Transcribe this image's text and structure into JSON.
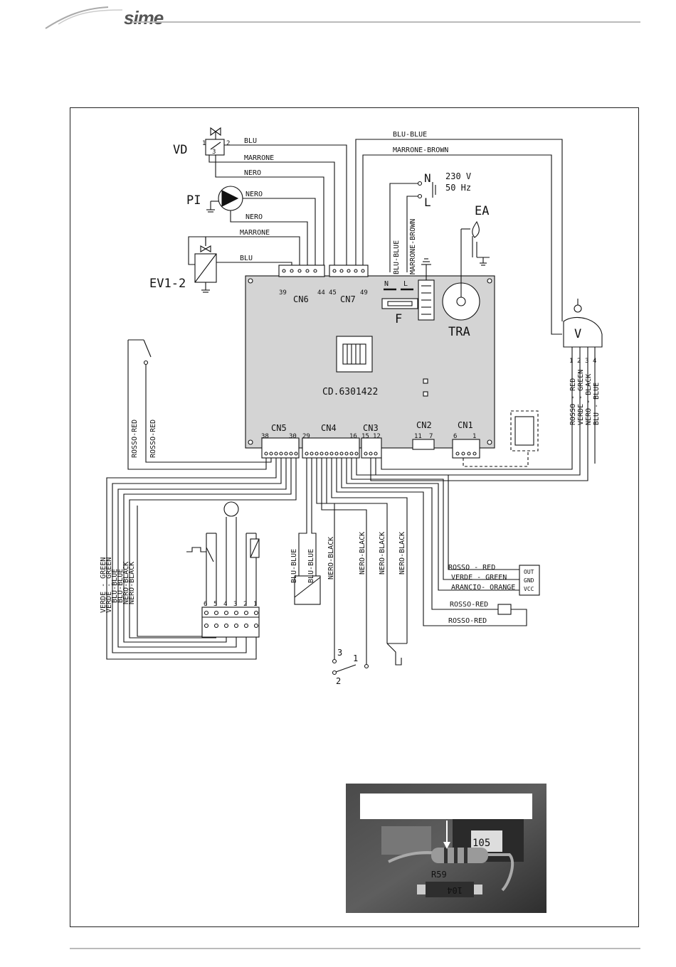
{
  "brand": {
    "name": "sime"
  },
  "board": {
    "code": "CD.6301422"
  },
  "components": {
    "vd": "VD",
    "pi": "PI",
    "ev": "EV1-2",
    "ea": "EA",
    "tra": "TRA",
    "fuse": "F",
    "fan": "V",
    "n": "N",
    "l": "L",
    "supply_v": "230 V",
    "supply_hz": "50 Hz"
  },
  "connectors": {
    "cn1": "CN1",
    "cn2": "CN2",
    "cn3": "CN3",
    "cn4": "CN4",
    "cn5": "CN5",
    "cn6": "CN6",
    "cn7": "CN7"
  },
  "pins": {
    "cn6_a": "39",
    "cn6_b": "44",
    "cn7_a": "45",
    "cn7_b": "49",
    "cn5_a": "38",
    "cn5_b": "30",
    "cn4_a": "29",
    "cn4_b": "16",
    "cn3_a": "15",
    "cn3_b": "12",
    "cn2_a": "11",
    "cn2_b": "7",
    "cn1_a": "6",
    "cn1_b": "1",
    "vd_1": "1",
    "vd_2": "2",
    "vd_3": "3",
    "fan_1": "1",
    "fan_2": "2",
    "fan_3": "3",
    "fan_4": "4",
    "tb_6": "6",
    "tb_5": "5",
    "tb_4": "4",
    "tb_3": "3",
    "tb_2": "2",
    "tb_1": "1",
    "sw_1": "1",
    "sw_2": "2",
    "sw_3": "3",
    "board_n": "N",
    "board_l": "L"
  },
  "wires": {
    "vd_blu": "BLU",
    "vd_marrone": "MARRONE",
    "vd_nero": "NERO",
    "pi_nero1": "NERO",
    "pi_nero2": "NERO",
    "ev_marrone": "MARRONE",
    "ev_blu": "BLU",
    "fan_blu": "BLU-BLUE",
    "fan_brown": "MARRONE-BROWN",
    "mains_blu": "BLU-BLUE",
    "mains_brown": "MARRONE-BROWN",
    "fan_rosso": "ROSSO - RED",
    "fan_verde": "VERDE - GREEN",
    "fan_nero": "NERO - BLACK",
    "fan_blu2": "BLU - BLUE",
    "left_rosso1": "ROSSO-RED",
    "left_rosso2": "ROSSO-RED",
    "tb_verde1": "VERDE - GREEN",
    "tb_verde2": "VERDE - GREEN",
    "tb_blu1": "BLU-BLUE",
    "tb_blu2": "BLU-BLUE",
    "tb_nero1": "NERO-BLACK",
    "tb_nero2": "NERO-BLACK",
    "cn4_blu1": "BLU-BLUE",
    "cn4_blu2": "BLU-BLUE",
    "cn4_nero1": "NERO-BLACK",
    "cn4_nero2": "NERO-BLACK",
    "cn4_nero3": "NERO-BLACK",
    "cn4_nero4": "NERO-BLACK",
    "sensor_rosso": "ROSSO - RED",
    "sensor_verde": "VERDE - GREEN",
    "sensor_arancio": "ARANCIO- ORANGE",
    "ntc_rosso1": "ROSSO-RED",
    "ntc_rosso2": "ROSSO-RED"
  },
  "sensor": {
    "out": "OUT",
    "gnd": "GND",
    "vcc": "VCC"
  },
  "photo": {
    "r59": "R59",
    "code_105": "105",
    "code_104": "104"
  }
}
